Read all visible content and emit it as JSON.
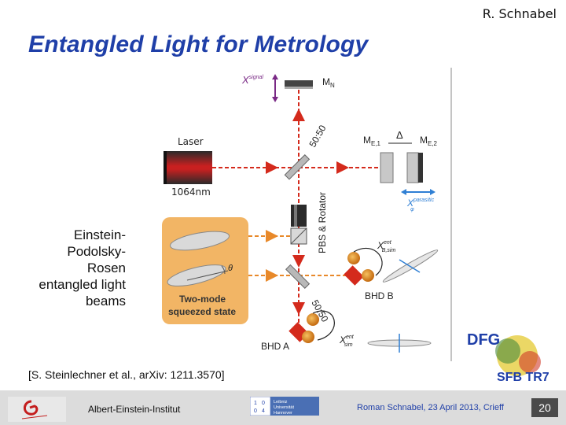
{
  "header": {
    "author": "R. Schnabel",
    "title": "Entangled Light for Metrology"
  },
  "left_label": [
    "Einstein-",
    "Podolsky-",
    "Rosen",
    "entangled light",
    "beams"
  ],
  "citation": "[S. Steinlechner et al., arXiv: 1211.3570]",
  "diagram": {
    "x_signal": "X",
    "x_signal_sup": "signal",
    "mn": "M",
    "mn_sub": "N",
    "laser": "Laser",
    "wavelength": "1064nm",
    "bs_top": "50:50",
    "me1": "M",
    "me1_sub": "E,1",
    "delta": "Δ",
    "me2": "M",
    "me2_sub": "E,2",
    "x_parasitic": "X",
    "x_parasitic_sup": "parasitic",
    "x_parasitic_sub": "φ",
    "pbs": "PBS & Rotator",
    "theta": "θ",
    "two_mode_1": "Two-mode",
    "two_mode_2": "squeezed state",
    "bs_mid": "50:50",
    "x_ent_b": "X",
    "x_ent_b_sup": "ent",
    "x_ent_b_sub": "B,sim",
    "bhd_b": "BHD B",
    "bhd_a": "BHD A",
    "x_ent_a": "X",
    "x_ent_a_sup": "ent",
    "x_ent_a_sub": "sim"
  },
  "dfg": {
    "top": "DFG",
    "bottom": "SFB TR7"
  },
  "footer": {
    "institute": "Albert-Einstein-Institut",
    "university": [
      "Leibniz",
      "Universität",
      "Hannover"
    ],
    "university_mark": [
      "1",
      "0",
      "0",
      "4"
    ],
    "conference": "Roman Schnabel, 23 April 2013, Crieff",
    "page": "20"
  },
  "colors": {
    "title": "#1f3fa8",
    "beam": "#d42a1c",
    "dashed_beam": "#e8892a",
    "squeezer_box": "#f2b565",
    "signal_arrow": "#7a2a86",
    "parasitic_arrow": "#2f7fd4"
  }
}
